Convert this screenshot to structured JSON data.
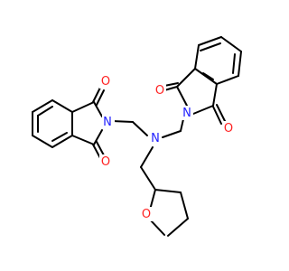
{
  "colors": {
    "background": "#ffffff",
    "bond": "#000000",
    "nitrogen": "#2020ff",
    "oxygen": "#ff2020"
  },
  "atoms": {
    "o_top_left": "O",
    "o_bottom_left": "O",
    "n_left": "N",
    "n_center": "N",
    "n_right": "N",
    "o_top_right": "O",
    "o_bottom_right": "O",
    "o_ring": "O"
  }
}
